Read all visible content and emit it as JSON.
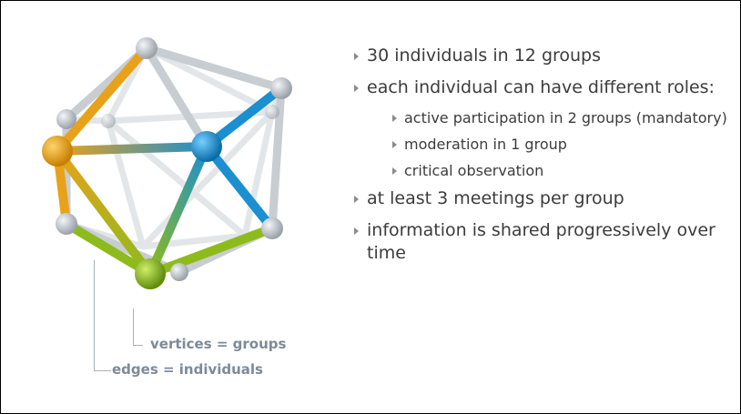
{
  "figure": {
    "label_vertices": "vertices = groups",
    "label_edges": "edges = individuals",
    "colors": {
      "orange": "#e8a21a",
      "blue": "#1b8fd0",
      "green": "#8dbb1c",
      "grey": "#c8cdd2"
    }
  },
  "bullets": [
    {
      "text": "30 individuals in 12 groups",
      "level": 1
    },
    {
      "text": "each individual can have different roles:",
      "level": 1
    },
    {
      "text": "active participation in 2 groups (mandatory)",
      "level": 2
    },
    {
      "text": "moderation in 1 group",
      "level": 2
    },
    {
      "text": "critical observation",
      "level": 2
    },
    {
      "text": "at least 3 meetings per group",
      "level": 1
    },
    {
      "text": "information is shared progressively over time",
      "level": 1
    }
  ]
}
